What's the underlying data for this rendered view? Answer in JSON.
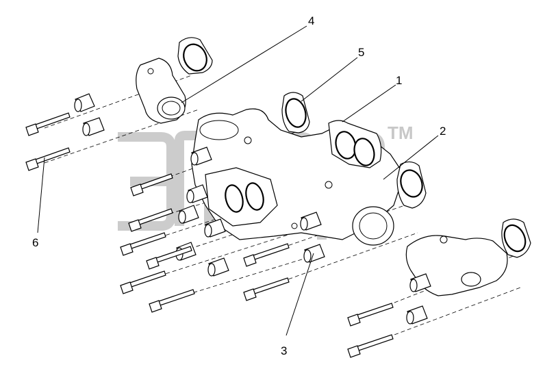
{
  "diagram": {
    "callouts": [
      {
        "id": "c1",
        "label": "1"
      },
      {
        "id": "c2",
        "label": "2"
      },
      {
        "id": "c3",
        "label": "3"
      },
      {
        "id": "c4",
        "label": "4"
      },
      {
        "id": "c5",
        "label": "5"
      },
      {
        "id": "c6",
        "label": "6"
      }
    ],
    "watermark": {
      "brand": "элер",
      "trademark": "TM"
    }
  }
}
